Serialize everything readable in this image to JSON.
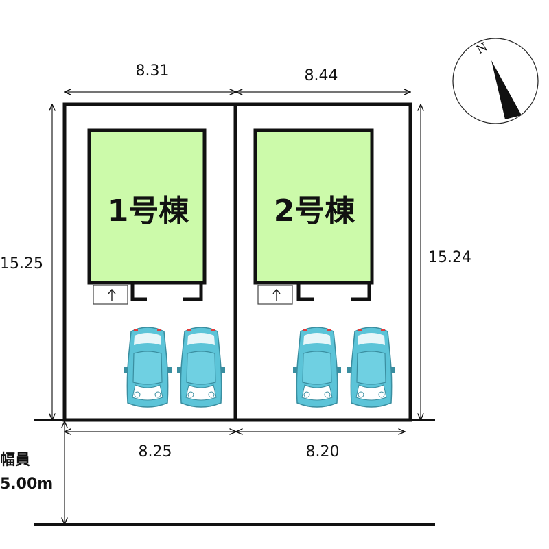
{
  "compass": {
    "north_label": "N"
  },
  "dimensions": {
    "top_left_width": "8.31",
    "top_right_width": "8.44",
    "left_depth": "15.25",
    "right_depth": "15.24",
    "bottom_left_width": "8.25",
    "bottom_right_width": "8.20"
  },
  "buildings": [
    {
      "label": "1号棟"
    },
    {
      "label": "2号棟"
    }
  ],
  "road": {
    "line1": "幅員",
    "line2": "5.00m"
  },
  "colors": {
    "building_fill": "#ccfaaa",
    "car_body": "#5cc4d8",
    "outline": "#111111"
  }
}
